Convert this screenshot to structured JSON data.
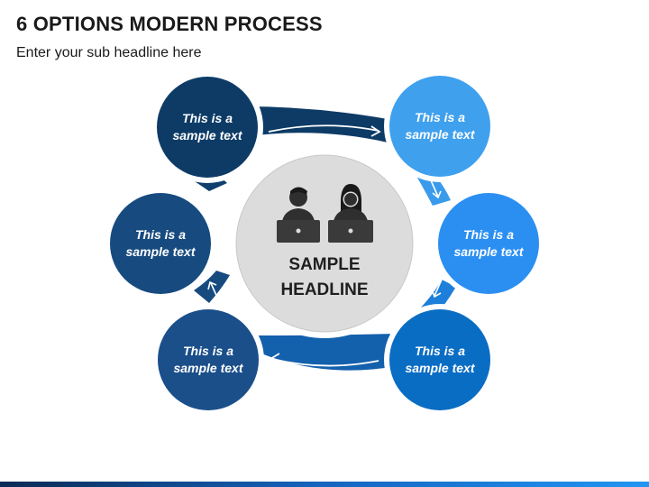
{
  "header": {
    "title": "6 OPTIONS MODERN PROCESS",
    "subtitle": "Enter your sub headline here"
  },
  "center": {
    "headline_line1": "SAMPLE",
    "headline_line2": "HEADLINE",
    "icon": "people-at-laptops-icon"
  },
  "options": [
    {
      "line1": "This is a",
      "line2": "sample text",
      "color": "#0d3b66"
    },
    {
      "line1": "This is a",
      "line2": "sample text",
      "color": "#3fa0ee"
    },
    {
      "line1": "This is a",
      "line2": "sample text",
      "color": "#2b8ff2"
    },
    {
      "line1": "This is a",
      "line2": "sample text",
      "color": "#0a6dc4"
    },
    {
      "line1": "This is a",
      "line2": "sample text",
      "color": "#1a4f8a"
    },
    {
      "line1": "This is a",
      "line2": "sample text",
      "color": "#174b80"
    }
  ],
  "colors": {
    "center_fill": "#dcdcdc",
    "center_ring": "#ffffff",
    "accent_dark": "#0d3b66",
    "accent_light": "#2196f3"
  }
}
